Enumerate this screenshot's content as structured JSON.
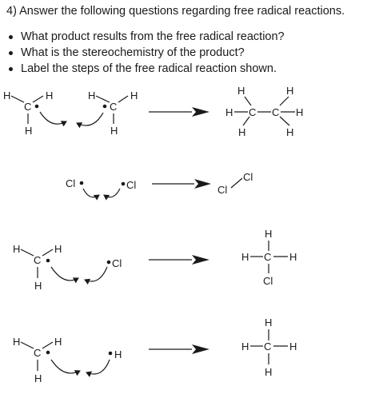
{
  "question": {
    "title": "4) Answer the following questions regarding free radical reactions.",
    "bullets": [
      "What product results from the free radical reaction?",
      "What is the stereochemistry of the product?",
      "Label the steps of the free radical reaction shown."
    ]
  },
  "atoms": {
    "H": "H",
    "C": "C",
    "Cl": "Cl"
  },
  "colors": {
    "ink": "#1a1a1a",
    "background": "#ffffff"
  }
}
